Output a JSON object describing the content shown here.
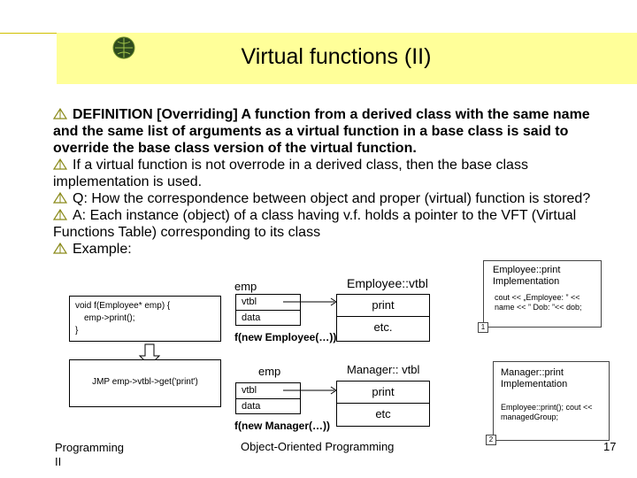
{
  "slide": {
    "title": "Virtual functions (II)",
    "bullets": {
      "b1": "DEFINITION [Overriding] A function from a derived class with the same name and the same list of arguments as a virtual function in a base class is said to override the base class version of the virtual function.",
      "b2": "If a virtual function is not overrode in a derived class, then the base class implementation is used.",
      "b3": "Q: How the correspondence between object and proper (virtual) function is stored?",
      "b4": "A: Each instance (object) of a class having v.f. holds a pointer to the VFT (Virtual Functions Table) corresponding to its class",
      "b5": "Example:"
    },
    "code_box": {
      "line1": "void f(Employee* emp) {",
      "line2": "emp->print();",
      "line3": "}"
    },
    "jmp_box": "JMP emp->vtbl->get('print')",
    "emp1": {
      "label": "emp",
      "vtbl_title": "Employee::vtbl",
      "row1": "vtbl",
      "row2": "data",
      "fn1": "print",
      "fn2": "etc.",
      "caption": "f(new Employee(…))"
    },
    "emp2": {
      "label": "emp",
      "vtbl_title": "Manager:: vtbl",
      "row1": "vtbl",
      "row2": "data",
      "fn1": "print",
      "fn2": "etc",
      "caption": "f(new Manager(…))"
    },
    "note1": {
      "title": "Employee::print Implementation",
      "body": "cout << „Employee: ” << name << ” Dob: ”<< dob;",
      "num": "1"
    },
    "note2": {
      "title": "Manager::print Implementation",
      "body": "Employee::print(); cout << managedGroup;",
      "num": "2"
    },
    "footer": {
      "left": "Programming II",
      "center": "Object-Oriented Programming",
      "page": "17"
    }
  },
  "colors": {
    "band": "#ffff99",
    "bullet_leaf": "#8a8a1a"
  }
}
